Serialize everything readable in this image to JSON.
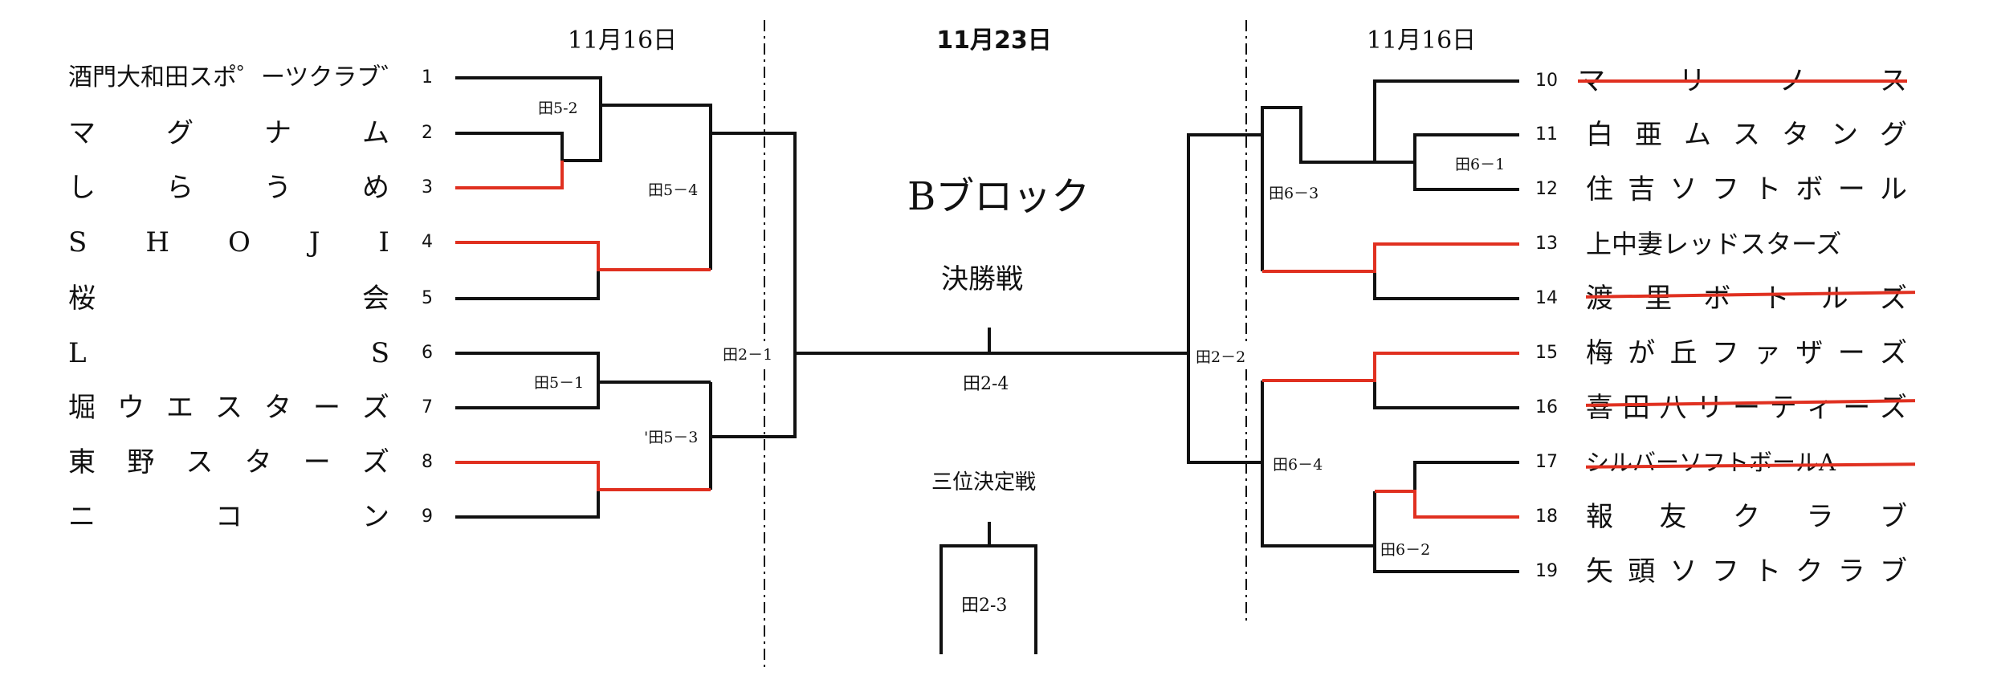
{
  "dates": {
    "left": "11月16日",
    "center": "11月23日",
    "right": "11月16日"
  },
  "block_title": "Bブロック",
  "final_label": "決勝戦",
  "third_place_label": "三位決定戦",
  "left_teams": [
    {
      "num": "1",
      "name": "酒門大和田スポーツクラブ",
      "chars": [
        "酒門大和田スポ゜ーツクラブ゛"
      ]
    },
    {
      "num": "2",
      "chars": [
        "マ",
        "グ",
        "ナ",
        "ム"
      ]
    },
    {
      "num": "3",
      "chars": [
        "し",
        "ら",
        "う",
        "め"
      ]
    },
    {
      "num": "4",
      "chars": [
        "S",
        "H",
        "O",
        "J",
        "I"
      ]
    },
    {
      "num": "5",
      "chars": [
        "桜",
        "会"
      ]
    },
    {
      "num": "6",
      "chars": [
        "L",
        "S"
      ]
    },
    {
      "num": "7",
      "chars": [
        "堀",
        "ウ",
        "エ",
        "ス",
        "タ",
        "ー",
        "ズ"
      ]
    },
    {
      "num": "8",
      "chars": [
        "東",
        "野",
        "ス",
        "タ",
        "ー",
        "ズ"
      ]
    },
    {
      "num": "9",
      "chars": [
        "ニ",
        "コ",
        "ン"
      ]
    }
  ],
  "right_teams": [
    {
      "num": "10",
      "chars": [
        "マ",
        "リ",
        "ノ",
        "ス"
      ],
      "withdrawn": true
    },
    {
      "num": "11",
      "chars": [
        "白",
        "亜",
        "ム",
        "ス",
        "タ",
        "ン",
        "グ"
      ]
    },
    {
      "num": "12",
      "chars": [
        "住",
        "吉",
        "ソ",
        "フ",
        "ト",
        "ボ",
        "ー",
        "ル"
      ]
    },
    {
      "num": "13",
      "chars": [
        "上中妻レッドスターズ"
      ]
    },
    {
      "num": "14",
      "chars": [
        "渡",
        "里",
        "ボ",
        "ト",
        "ル",
        "ズ"
      ],
      "withdrawn": true
    },
    {
      "num": "15",
      "chars": [
        "梅",
        "が",
        "丘",
        "フ",
        "ァ",
        "ザ",
        "ー",
        "ズ"
      ]
    },
    {
      "num": "16",
      "chars": [
        "喜",
        "田",
        "八",
        "リ",
        "ー",
        "テ",
        "ィ",
        "ー",
        "ズ"
      ],
      "withdrawn": true
    },
    {
      "num": "17",
      "chars": [
        "シルバーソフトボールA"
      ],
      "withdrawn": true
    },
    {
      "num": "18",
      "chars": [
        "報",
        "友",
        "ク",
        "ラ",
        "ブ"
      ]
    },
    {
      "num": "19",
      "chars": [
        "矢",
        "頭",
        "ソ",
        "フ",
        "ト",
        "ク",
        "ラ",
        "ブ"
      ]
    }
  ],
  "match_labels": {
    "m52": "田5-2",
    "m54": "田5－4",
    "m51": "田5－1",
    "m53": "'田5－3",
    "m21": "田2－1",
    "m24": "田2-4",
    "m23": "田2-3",
    "m22": "田2－2",
    "m61": "田6－1",
    "m63": "田6－3",
    "m64": "田6－4",
    "m62": "田6－2"
  },
  "colors": {
    "line": "#111111",
    "winner": "#e03020"
  }
}
